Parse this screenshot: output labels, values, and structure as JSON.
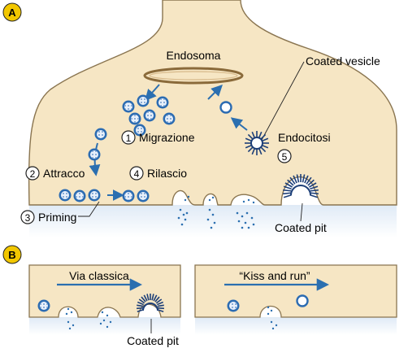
{
  "panel_a": {
    "badge": "A",
    "labels": {
      "endosoma": "Endosoma",
      "coated_vesicle": "Coated vesicle",
      "migrazione": "Migrazione",
      "attracco": "Attracco",
      "priming": "Priming",
      "rilascio": "Rilascio",
      "endocitosi": "Endocitosi",
      "coated_pit": "Coated pit"
    },
    "steps": [
      "1",
      "2",
      "3",
      "4",
      "5"
    ]
  },
  "panel_b": {
    "badge": "B",
    "left_title": "Via classica",
    "right_title": "“Kiss and run”",
    "coated_pit": "Coated pit"
  },
  "colors": {
    "terminal_fill": "#f6e6c4",
    "outline": "#8a7550",
    "arrow": "#2b6fb0",
    "vesicle": "#2c6cb2",
    "badge": "#f2c700",
    "text": "#111111"
  }
}
